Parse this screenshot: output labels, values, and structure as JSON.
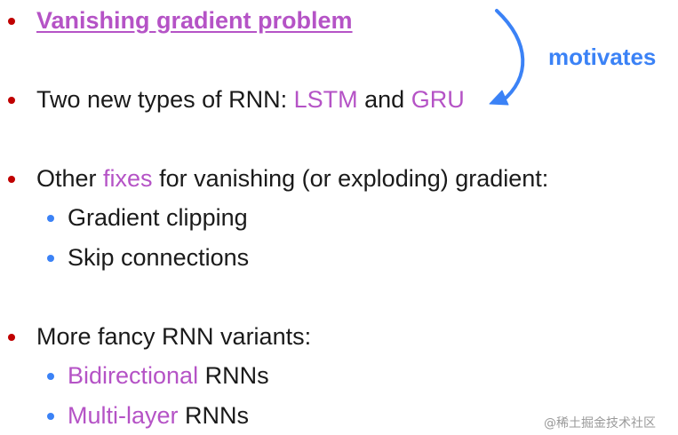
{
  "slide": {
    "items": [
      {
        "title": "Vanishing gradient problem"
      },
      {
        "prefix": "Two new types of RNN: ",
        "lstm": "LSTM",
        "and": " and ",
        "gru": "GRU"
      },
      {
        "prefix": "Other ",
        "fixes": "fixes",
        "suffix": " for vanishing (or exploding) gradient:",
        "subitems": [
          "Gradient clipping",
          "Skip connections"
        ]
      },
      {
        "text": "More fancy RNN variants:",
        "subitems": [
          {
            "pink": "Bidirectional",
            "rest": " RNNs"
          },
          {
            "pink": "Multi-layer",
            "rest": " RNNs"
          }
        ]
      }
    ],
    "annotation": "motivates",
    "watermark": "@稀土掘金技术社区"
  },
  "colors": {
    "accent_pink": "#b553c6",
    "bullet_red": "#c00000",
    "arrow_blue": "#3b82f6"
  },
  "icons": {
    "arrow": "curved-arrow-icon"
  }
}
